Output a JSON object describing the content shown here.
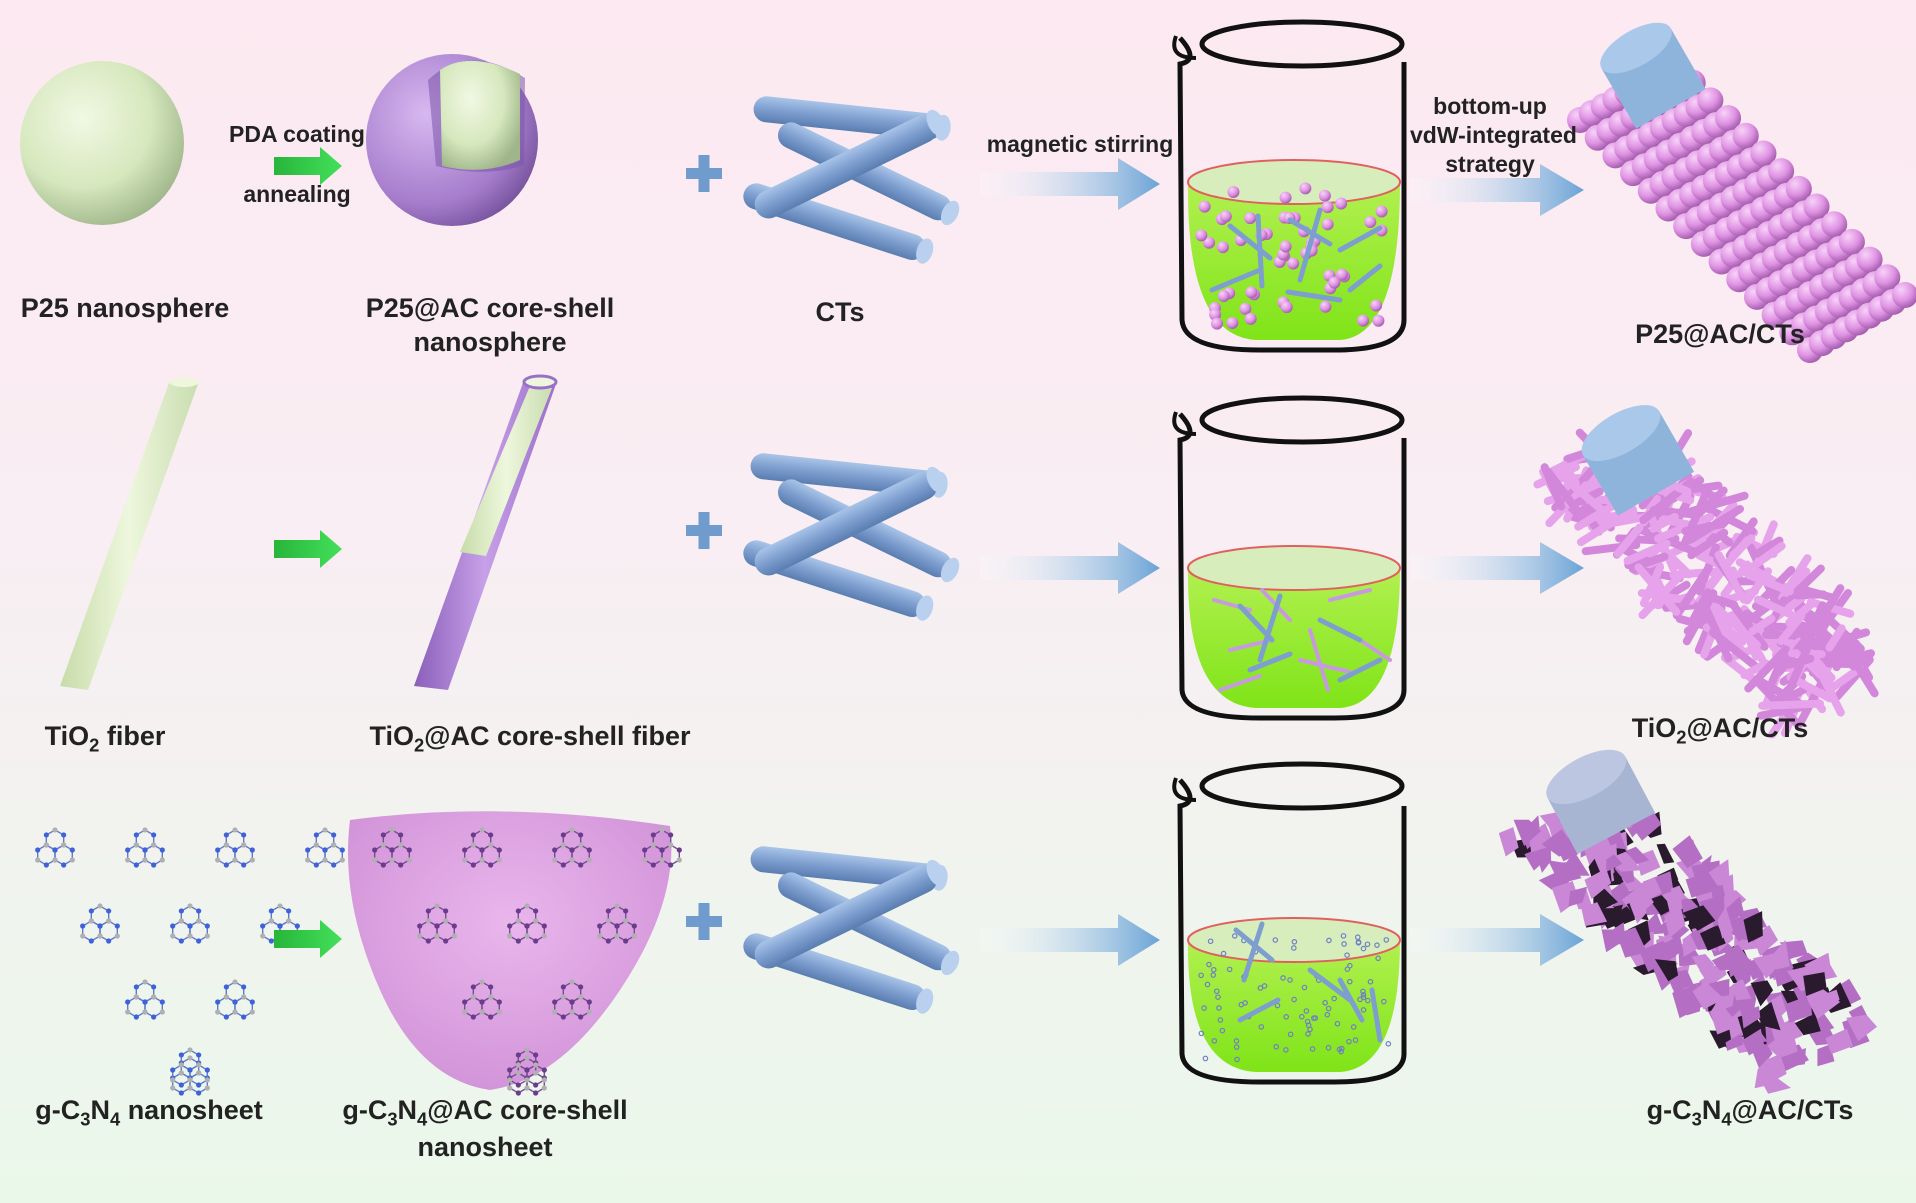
{
  "row1": {
    "input": "P25 nanosphere",
    "coated_line1": "P25@AC core-shell",
    "coated_line2": "nanosphere",
    "product": "P25@AC/CTs"
  },
  "row2": {
    "input_pre": "TiO",
    "input_sub": "2",
    "input_post": " fiber",
    "coated_pre": "TiO",
    "coated_sub": "2",
    "coated_post": "@AC core-shell fiber",
    "product_pre": "TiO",
    "product_sub": "2",
    "product_post": "@AC/CTs"
  },
  "row3": {
    "input_a": "g-C",
    "input_sub1": "3",
    "input_b": "N",
    "input_sub2": "4",
    "input_c": " nanosheet",
    "coated_a": "g-C",
    "coated_sub1": "3",
    "coated_b": "N",
    "coated_sub2": "4",
    "coated_c": "@AC core-shell",
    "coated_line2": "nanosheet",
    "product_a": "g-C",
    "product_sub1": "3",
    "product_b": "N",
    "product_sub2": "4",
    "product_c": "@AC/CTs"
  },
  "steps": {
    "coating": "PDA coating",
    "annealing": "annealing",
    "ct_label": "CTs",
    "stirring": "magnetic stirring",
    "strategy_line1": "bottom-up",
    "strategy_line2": "vdW-integrated",
    "strategy_line3": "strategy"
  },
  "colors": {
    "core_green": "#d9ebc2",
    "shell_purple": "#b088d4",
    "ct_blue": "#8fb0dc",
    "liquid_green": "#9ef02c",
    "product_pink": "#e29be6",
    "green_arrow": "#2ecc40",
    "blue_arrow": "#7aaedb"
  }
}
